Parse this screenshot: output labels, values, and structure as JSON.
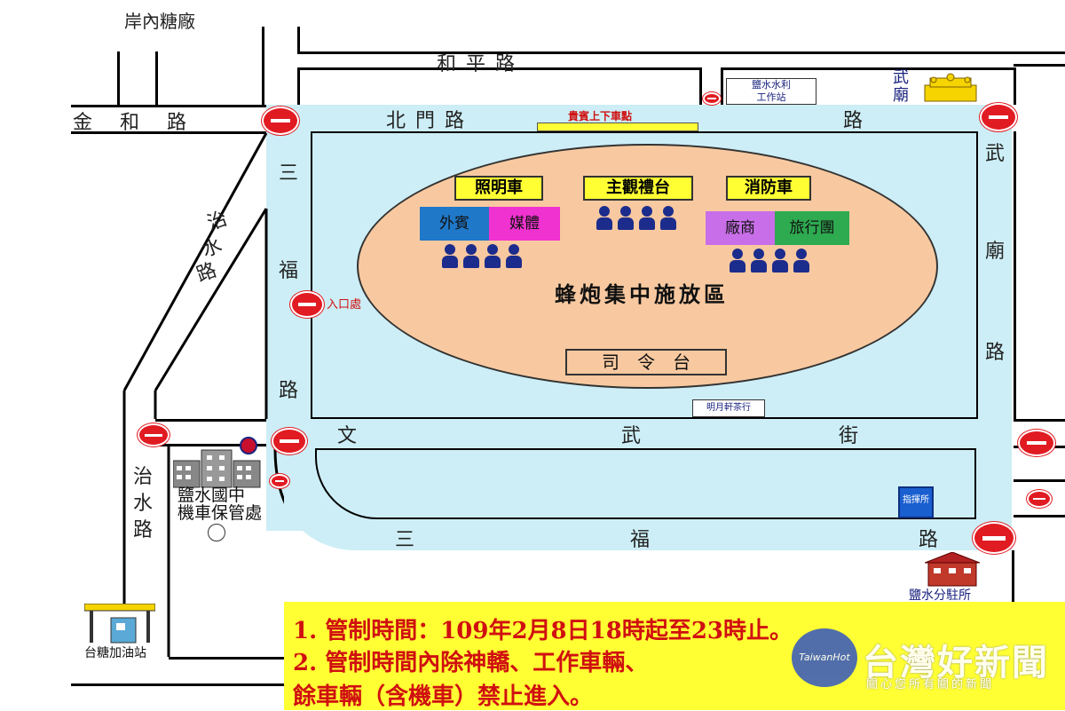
{
  "map": {
    "streets": {
      "heping_road": "和 平 路",
      "beimen_left": "北 門 路",
      "beimen_right": "路",
      "jinhe_road": "金 和 路",
      "sanfu_road_v": [
        "三",
        "福",
        "路"
      ],
      "wumiao_road": [
        "武",
        "廟",
        "路"
      ],
      "zhishui_road_upper": [
        "治",
        "水",
        "路"
      ],
      "zhishui_road_lower": [
        "治",
        "水",
        "路"
      ],
      "wenwu_street": [
        "文",
        "武",
        "街"
      ],
      "sanfu_road_h": [
        "三",
        "福",
        "路"
      ]
    },
    "landmarks": {
      "sugar_factory": "岸內糖廠",
      "irrigation_station": "鹽水水利\n工作站",
      "wu_temple": "武\n廟",
      "school": "鹽水國中\n機車保管處",
      "gas_station": "台糖加油站",
      "police_station": "鹽水分駐所",
      "command_post": "指揮所",
      "tea_shop": "明月軒茶行",
      "guest_dropoff": "貴賓上下車點",
      "entrance": "入口處"
    },
    "zone": {
      "title": "蜂炮集中施放區",
      "lighting_truck": "照明車",
      "main_stage": "主觀禮台",
      "fire_truck": "消防車",
      "foreign_guests": "外賓",
      "media": "媒體",
      "vendors": "廠商",
      "tour_groups": "旅行團",
      "command_stage": "司　令　台"
    },
    "colors": {
      "road": "#cdeef6",
      "zone": "#f8c9a0",
      "stop_sign": "#e11b22",
      "notice_bg": "#ffff33",
      "notice_text": "#d01010"
    }
  },
  "notice": {
    "line1": "1. 管制時間：109年2月8日18時起至23時止。",
    "line2": "2. 管制時間內除神轎、工作車輛、",
    "line3": "餘車輛（含機車）禁止進入。"
  },
  "watermark": {
    "brand": "台灣好新聞",
    "sub": "關心您所有關的新聞",
    "logo": "TaiwanHot"
  }
}
